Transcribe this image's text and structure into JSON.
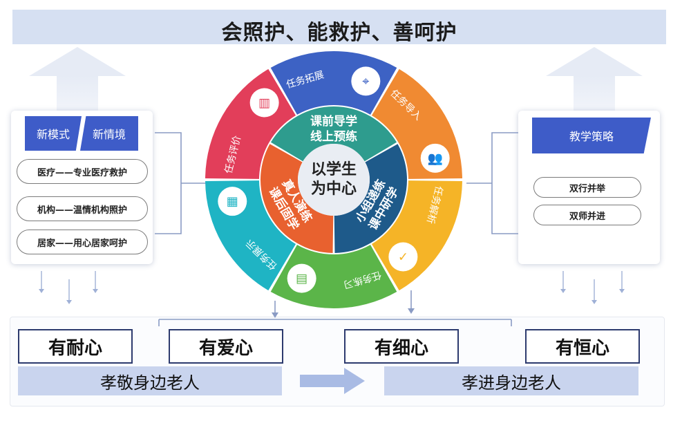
{
  "title": "会照护、能救护、善呵护",
  "left_panel": {
    "tabs": [
      "新模式",
      "新情境"
    ],
    "items": [
      "医疗——专业医疗救护",
      "机构——温情机构照护",
      "居家——用心居家呵护"
    ]
  },
  "right_panel": {
    "heading": "教学策略",
    "items": [
      "双行并举",
      "双师并进"
    ]
  },
  "wheel": {
    "center": [
      "以学生",
      "为中心"
    ],
    "inner": [
      {
        "lines": [
          "课前导学",
          "线上预练"
        ],
        "color": "#2e9c8e"
      },
      {
        "lines": [
          "课中研学",
          "小组递练"
        ],
        "color": "#1e5a8a"
      },
      {
        "lines": [
          "课后固学",
          "真人演练"
        ],
        "color": "#e8612f"
      }
    ],
    "outer": [
      {
        "label": "任务拓展",
        "icon": "location-pin-icon",
        "color": "#3d62c4"
      },
      {
        "label": "任务导入",
        "icon": "users-icon",
        "color": "#f08a32"
      },
      {
        "label": "任务解析",
        "icon": "document-check-icon",
        "color": "#f5b427"
      },
      {
        "label": "任务练习",
        "icon": "clipboard-icon",
        "color": "#5bb549"
      },
      {
        "label": "任务展示",
        "icon": "app-grid-icon",
        "color": "#1fb4c4"
      },
      {
        "label": "任务评价",
        "icon": "building-icon",
        "color": "#e23e5a"
      }
    ]
  },
  "qualities": [
    "有耐心",
    "有爱心",
    "有细心",
    "有恒心"
  ],
  "bottom": {
    "left": "孝敬身边老人",
    "right": "孝进身边老人"
  }
}
